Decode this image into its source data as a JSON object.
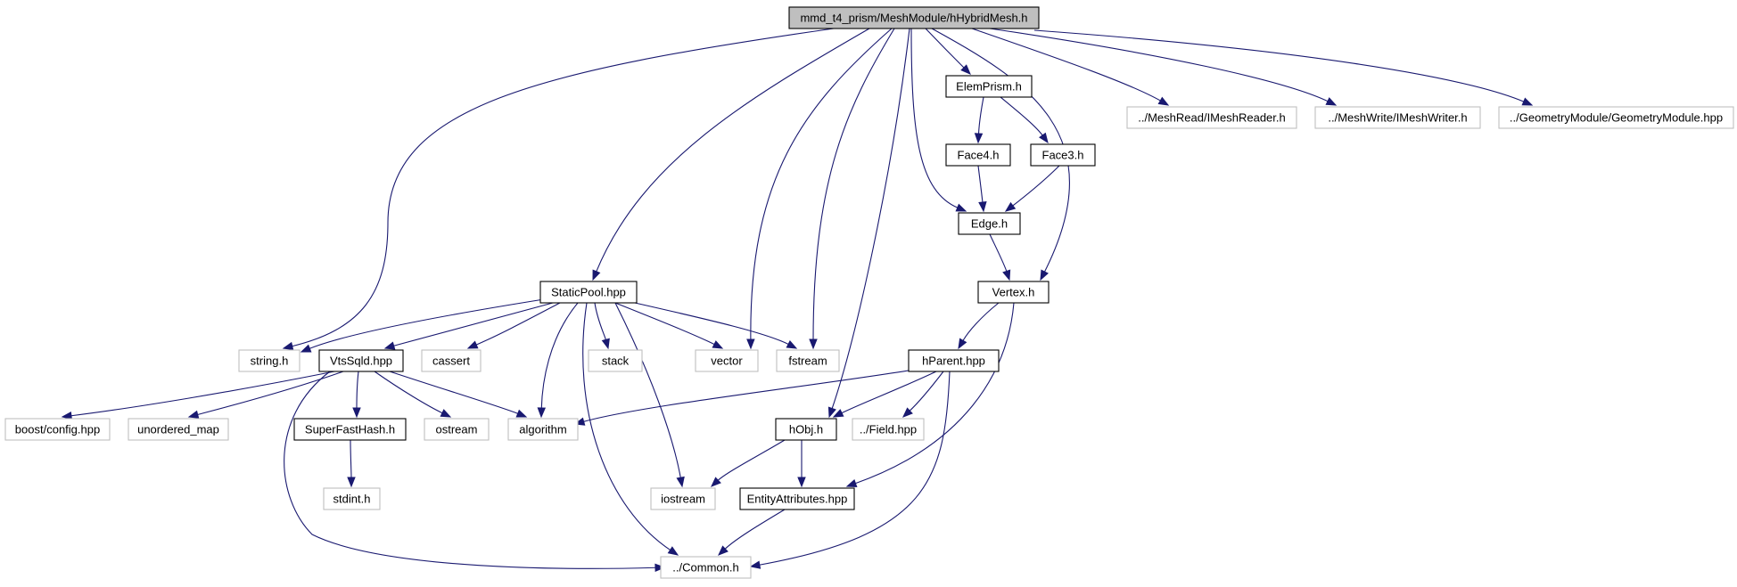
{
  "colors": {
    "edge": "#191970",
    "root_fill": "#bfbfbf",
    "documented_border": "#000000",
    "external_border": "#bfbfbf",
    "text": "#000000",
    "background": "#ffffff"
  },
  "nodes": [
    {
      "id": "root",
      "label": "mmd_t4_prism/MeshModule/hHybridMesh.h",
      "kind": "root"
    },
    {
      "id": "elemprism",
      "label": "ElemPrism.h",
      "kind": "documented"
    },
    {
      "id": "imeshreader",
      "label": "../MeshRead/IMeshReader.h",
      "kind": "external"
    },
    {
      "id": "imeshwriter",
      "label": "../MeshWrite/IMeshWriter.h",
      "kind": "external"
    },
    {
      "id": "geommodule",
      "label": "../GeometryModule/GeometryModule.hpp",
      "kind": "external"
    },
    {
      "id": "face4",
      "label": "Face4.h",
      "kind": "documented"
    },
    {
      "id": "face3",
      "label": "Face3.h",
      "kind": "documented"
    },
    {
      "id": "edge",
      "label": "Edge.h",
      "kind": "documented"
    },
    {
      "id": "vertex",
      "label": "Vertex.h",
      "kind": "documented"
    },
    {
      "id": "staticpool",
      "label": "StaticPool.hpp",
      "kind": "documented"
    },
    {
      "id": "stringh",
      "label": "string.h",
      "kind": "external"
    },
    {
      "id": "vtssqld",
      "label": "VtsSqld.hpp",
      "kind": "documented"
    },
    {
      "id": "cassert",
      "label": "cassert",
      "kind": "external"
    },
    {
      "id": "stack",
      "label": "stack",
      "kind": "external"
    },
    {
      "id": "vector",
      "label": "vector",
      "kind": "external"
    },
    {
      "id": "fstream",
      "label": "fstream",
      "kind": "external"
    },
    {
      "id": "hparent",
      "label": "hParent.hpp",
      "kind": "documented"
    },
    {
      "id": "boostconfig",
      "label": "boost/config.hpp",
      "kind": "external"
    },
    {
      "id": "unorderedmap",
      "label": "unordered_map",
      "kind": "external"
    },
    {
      "id": "superfasthash",
      "label": "SuperFastHash.h",
      "kind": "documented"
    },
    {
      "id": "ostream",
      "label": "ostream",
      "kind": "external"
    },
    {
      "id": "algorithm",
      "label": "algorithm",
      "kind": "external"
    },
    {
      "id": "hobj",
      "label": "hObj.h",
      "kind": "documented"
    },
    {
      "id": "field",
      "label": "../Field.hpp",
      "kind": "external"
    },
    {
      "id": "stdint",
      "label": "stdint.h",
      "kind": "external"
    },
    {
      "id": "iostream",
      "label": "iostream",
      "kind": "external"
    },
    {
      "id": "entityattr",
      "label": "EntityAttributes.hpp",
      "kind": "documented"
    },
    {
      "id": "common",
      "label": "../Common.h",
      "kind": "external"
    }
  ],
  "edges": [
    {
      "from": "root",
      "to": "stringh"
    },
    {
      "from": "root",
      "to": "staticpool"
    },
    {
      "from": "root",
      "to": "vector"
    },
    {
      "from": "root",
      "to": "fstream"
    },
    {
      "from": "root",
      "to": "hobj"
    },
    {
      "from": "root",
      "to": "edge"
    },
    {
      "from": "root",
      "to": "elemprism"
    },
    {
      "from": "root",
      "to": "vertex"
    },
    {
      "from": "root",
      "to": "imeshreader"
    },
    {
      "from": "root",
      "to": "imeshwriter"
    },
    {
      "from": "root",
      "to": "geommodule"
    },
    {
      "from": "elemprism",
      "to": "face4"
    },
    {
      "from": "elemprism",
      "to": "face3"
    },
    {
      "from": "face4",
      "to": "edge"
    },
    {
      "from": "face3",
      "to": "edge"
    },
    {
      "from": "edge",
      "to": "vertex"
    },
    {
      "from": "vertex",
      "to": "hparent"
    },
    {
      "from": "vertex",
      "to": "entityattr"
    },
    {
      "from": "staticpool",
      "to": "stringh"
    },
    {
      "from": "staticpool",
      "to": "vtssqld"
    },
    {
      "from": "staticpool",
      "to": "cassert"
    },
    {
      "from": "staticpool",
      "to": "algorithm"
    },
    {
      "from": "staticpool",
      "to": "stack"
    },
    {
      "from": "staticpool",
      "to": "vector"
    },
    {
      "from": "staticpool",
      "to": "fstream"
    },
    {
      "from": "staticpool",
      "to": "iostream"
    },
    {
      "from": "staticpool",
      "to": "common"
    },
    {
      "from": "vtssqld",
      "to": "boostconfig"
    },
    {
      "from": "vtssqld",
      "to": "unorderedmap"
    },
    {
      "from": "vtssqld",
      "to": "superfasthash"
    },
    {
      "from": "vtssqld",
      "to": "ostream"
    },
    {
      "from": "vtssqld",
      "to": "algorithm"
    },
    {
      "from": "vtssqld",
      "to": "common"
    },
    {
      "from": "superfasthash",
      "to": "stdint"
    },
    {
      "from": "hparent",
      "to": "algorithm"
    },
    {
      "from": "hparent",
      "to": "hobj"
    },
    {
      "from": "hparent",
      "to": "field"
    },
    {
      "from": "hparent",
      "to": "common"
    },
    {
      "from": "hobj",
      "to": "iostream"
    },
    {
      "from": "hobj",
      "to": "entityattr"
    },
    {
      "from": "entityattr",
      "to": "common"
    }
  ]
}
